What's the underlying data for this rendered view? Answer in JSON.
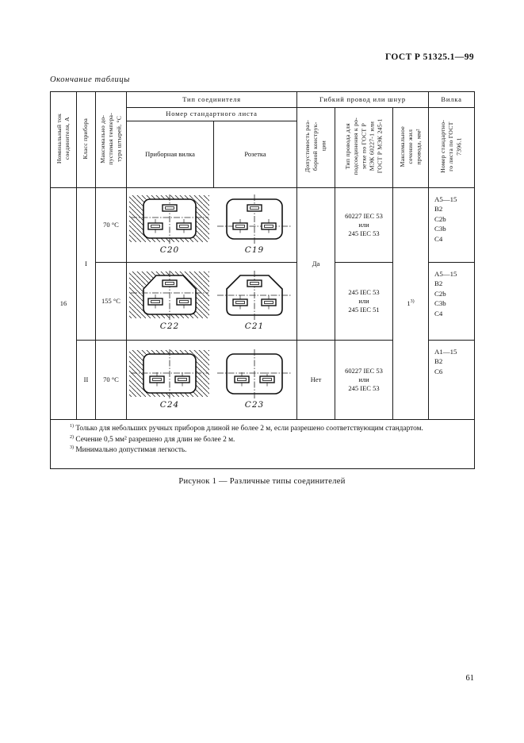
{
  "page": {
    "doc_number": "ГОСТ Р 51325.1—99",
    "table_continuation_label": "Окончание таблицы",
    "caption": "Рисунок 1 — Различные типы соединителей",
    "page_number": "61"
  },
  "table": {
    "headers": {
      "col_current": "Номинальный ток\nсоединителя, А",
      "col_class": "Класс прибора",
      "col_temp": "Максимально до-\nпустимая темпера-\nтура штырей, °С",
      "group_connector": "Тип соединителя",
      "group_sheet": "Номер стандартного листа",
      "col_inlet": "Приборная вилка",
      "col_socket": "Розетка",
      "group_cord": "Гибкий провод или шнур",
      "col_detachable": "Допустимость раз-\nборной конструк-\nции",
      "col_cord_type": "Тип провода для\nподсоединения к ро-\nзетке по ГОСТ Р\nМЭК 60227-1 или\nГОСТ Р МЭК 245-1",
      "col_max_section": "Максимальное\nсечение жил\nпровода, мм²",
      "group_plug": "Вилка",
      "col_plug_sheet": "Номер стандартно-\nго листа по ГОСТ\n7396.1"
    },
    "current": "16",
    "max_section": "1",
    "max_section_footnote": "3)",
    "rows": [
      {
        "class": "I",
        "temp": "70 °С",
        "inlet_label": "С20",
        "socket_label": "С19",
        "detachable": "Да",
        "cord_type": "60227 IEC 53\nили\n245 IEC 53",
        "plug_sheets": "A5—15\nB2\nC2b\nC3b\nC4"
      },
      {
        "temp": "155 °С",
        "inlet_label": "С22",
        "socket_label": "С21",
        "cord_type": "245 IEC 53\nили\n245 IEC 51",
        "plug_sheets": "A5—15\nB2\nC2b\nC3b\nC4"
      },
      {
        "class": "II",
        "temp": "70 °С",
        "inlet_label": "С24",
        "socket_label": "С23",
        "detachable": "Нет",
        "cord_type": "60227 IEC 53\nили\n245 IEC 53",
        "plug_sheets": "A1—15\nB2\nC6"
      }
    ],
    "footnotes": [
      {
        "marker": "1)",
        "text": "Только для небольших ручных приборов длиной не более 2 м, если разрешено соответствующим стандартом."
      },
      {
        "marker": "2)",
        "text": "Сечение 0,5 мм² разрешено для длин не более 2 м."
      },
      {
        "marker": "3)",
        "text": "Минимально допустимая легкость."
      }
    ]
  }
}
